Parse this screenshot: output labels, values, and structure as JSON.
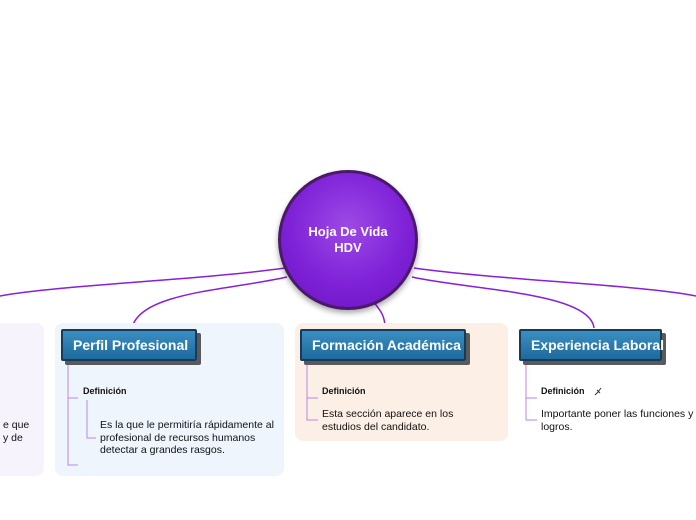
{
  "central_topic": "Hoja De Vida HDV",
  "left_partial": {
    "lines": [
      "e que",
      "y de"
    ]
  },
  "branches": [
    {
      "title": "Perfil Profesional",
      "subtopic": "Definición",
      "description": "Es la que le permitiría rápidamente al profesional de recursos humanos detectar a grandes rasgos."
    },
    {
      "title": "Formación Académica",
      "subtopic": "Definición",
      "description": "Esta sección aparece en los estudios del candidato."
    },
    {
      "title": "Experiencia Laboral",
      "subtopic": "Definición",
      "description": "Importante poner las funciones y logros."
    }
  ],
  "colors": {
    "central": "#7f22d8",
    "connector": "#8a1fd6",
    "topic": "#2a7db3",
    "panel_lilac": "#f7f3fc",
    "panel_blue": "#eef5fd",
    "panel_peach": "#fcefe6"
  }
}
